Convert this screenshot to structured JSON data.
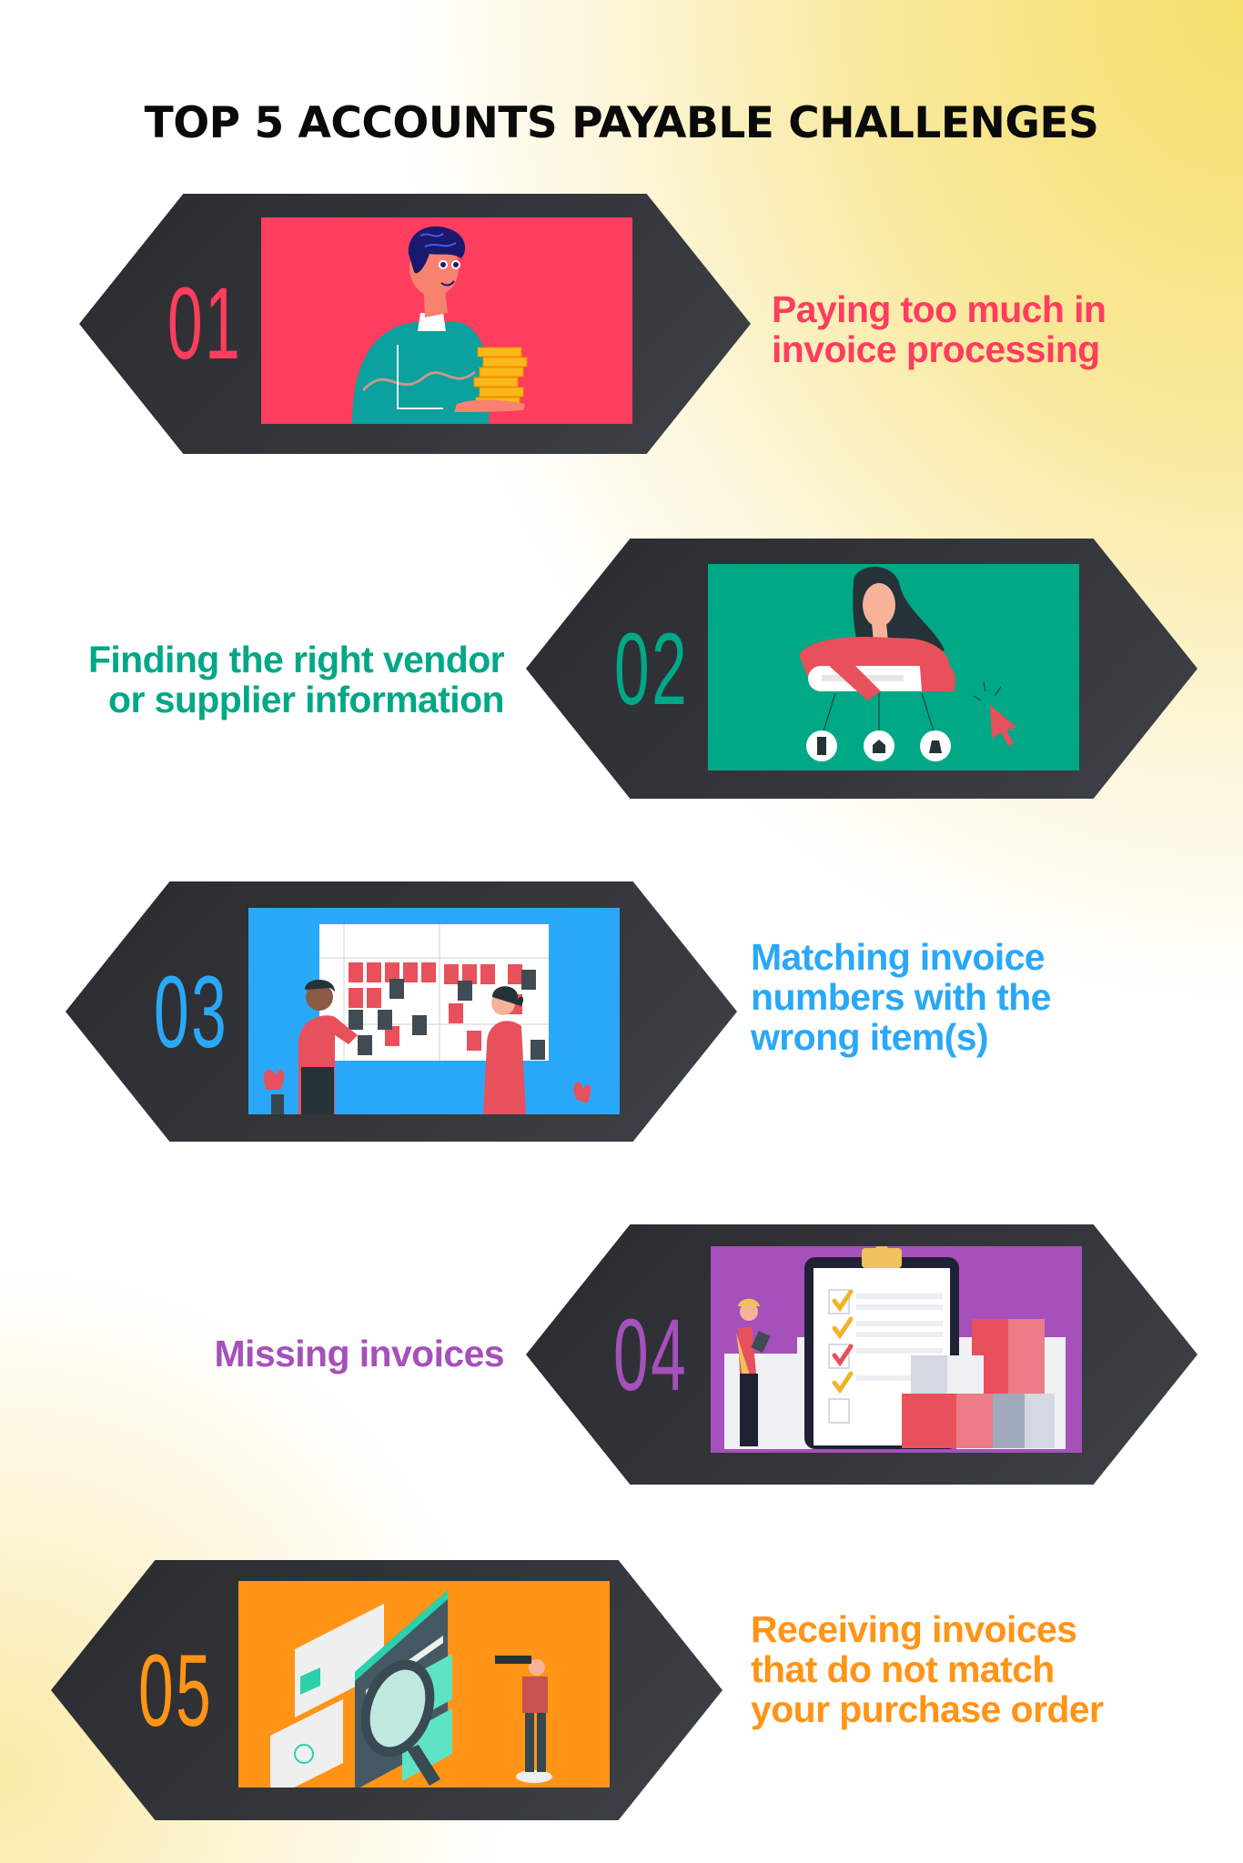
{
  "title": "TOP 5 ACCOUNTS PAYABLE CHALLENGES",
  "challenges": [
    {
      "number": "01",
      "color": "#FF3D5E",
      "panel_color": "#FF3D5E",
      "caption_lines": [
        "Paying too much in",
        "invoice processing"
      ],
      "illustration": "man-holding-coin-stack-icon"
    },
    {
      "number": "02",
      "color": "#00A886",
      "panel_color": "#00A886",
      "caption_lines": [
        "Finding the right vendor",
        "or supplier information"
      ],
      "illustration": "woman-with-search-bar-icon"
    },
    {
      "number": "03",
      "color": "#2AA8F8",
      "panel_color": "#2AA8F8",
      "caption_lines": [
        "Matching invoice",
        "numbers with the",
        "wrong item(s)"
      ],
      "illustration": "people-at-kanban-board-icon"
    },
    {
      "number": "04",
      "color": "#A550BB",
      "panel_color": "#A550BB",
      "caption_lines": [
        "Missing invoices"
      ],
      "illustration": "clipboard-checklist-boxes-icon"
    },
    {
      "number": "05",
      "color": "#FF9416",
      "panel_color": "#FF9416",
      "caption_lines": [
        "Receiving invoices",
        "that do not match",
        "your purchase order"
      ],
      "illustration": "magnifier-search-telescope-icon"
    }
  ]
}
